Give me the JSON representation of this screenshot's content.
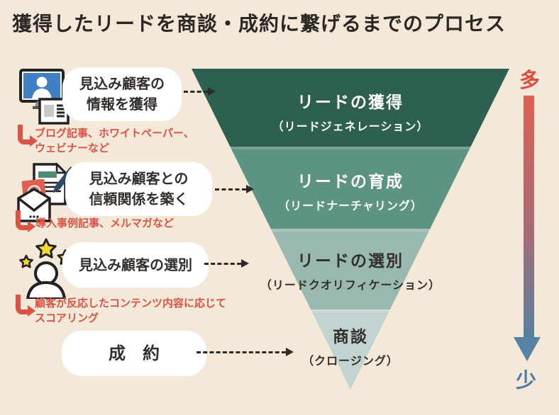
{
  "title": "獲得したリードを商談・成約に繋げるまでのプロセス",
  "funnel": {
    "stages": [
      {
        "label": "リードの獲得",
        "sub": "（リードジェネレーション）",
        "color": "#2e6052",
        "text_color": "#ffffff"
      },
      {
        "label": "リードの育成",
        "sub": "（リードナーチャリング）",
        "color": "#5c9383",
        "text_color": "#ffffff"
      },
      {
        "label": "リードの選別",
        "sub": "（リードクオリフィケーション）",
        "color": "#98b8b0",
        "text_color": "#332f2d"
      },
      {
        "label": "商談",
        "sub": "（クロージング）",
        "color": "#c3d3d2",
        "text_color": "#332f2d"
      }
    ]
  },
  "steps": [
    {
      "icon": "monitor-person-document-icon",
      "label_lines": [
        "見込み顧客の",
        "情報を獲得"
      ],
      "note_lines": [
        "ブログ記事、ホワイトペーパー、",
        "ウェビナーなど"
      ]
    },
    {
      "icon": "email-document-pen-icon",
      "label_lines": [
        "見込み顧客との",
        "信頼関係を築く"
      ],
      "note_lines": [
        "導入事例記事、メルマガなど"
      ]
    },
    {
      "icon": "person-stars-icon",
      "label_lines": [
        "見込み顧客の選別"
      ],
      "note_lines": [
        "顧客が反応したコンテンツ内容に応じて",
        "スコアリング"
      ]
    },
    {
      "icon": "none",
      "label_lines": [
        "成　約"
      ],
      "note_lines": []
    }
  ],
  "volume_indicator": {
    "top_label": "多",
    "bottom_label": "少"
  },
  "colors": {
    "background": "#f4e8d9",
    "stage1": "#2e6052",
    "stage2": "#5c9383",
    "stage3": "#98b8b0",
    "stage4": "#c3d3d2",
    "accent_red": "#dd5246",
    "volume_top_red": "#d94f41",
    "volume_bottom_blue": "#4c7da3"
  }
}
